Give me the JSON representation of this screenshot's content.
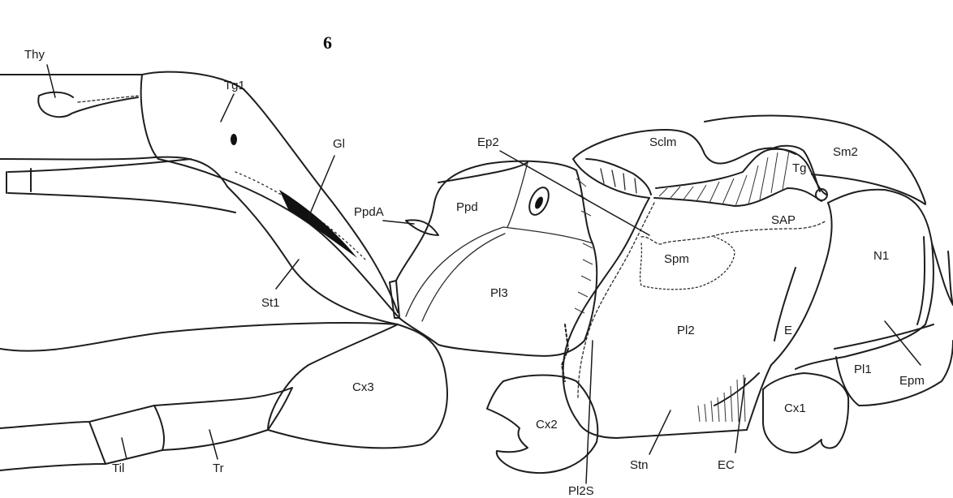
{
  "figure_number": "6",
  "labels": {
    "thy": "Thy",
    "tg1": "Tg1",
    "gl": "Gl",
    "ep2": "Ep2",
    "sclm": "Sclm",
    "tg": "Tg",
    "sm2": "Sm2",
    "ppda": "PpdA",
    "ppd": "Ppd",
    "sap": "SAP",
    "spm": "Spm",
    "n1": "N1",
    "st1": "St1",
    "pl3": "Pl3",
    "pl2": "Pl2",
    "e": "E",
    "pl1": "Pl1",
    "epm": "Epm",
    "cx3": "Cx3",
    "cx2": "Cx2",
    "cx1": "Cx1",
    "stn": "Stn",
    "ec": "EC",
    "til": "Til",
    "tr": "Tr",
    "pl2s": "Pl2S"
  }
}
